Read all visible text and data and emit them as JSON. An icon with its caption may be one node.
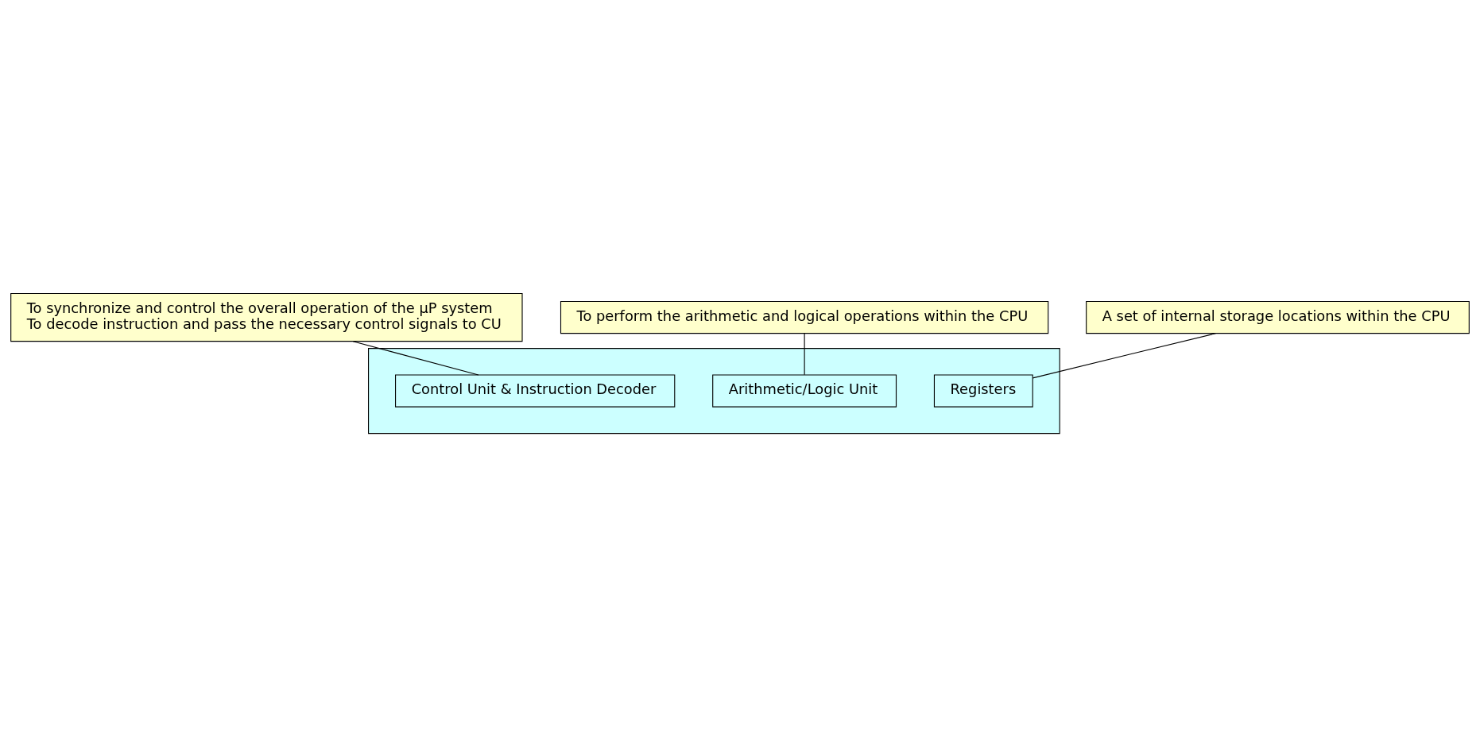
{
  "diagram": {
    "nodes": [
      {
        "text": [
          "To synchronize and control the overall operation of the μP system",
          "To decode instruction and pass the necessary control signals to CU"
        ]
      },
      {
        "text": [],
        "shape": "box"
      },
      {
        "text": [
          "Control Unit & Instruction Decoder"
        ],
        "in": 1
      },
      {
        "text": [
          "To perform the arithmetic and logical operations within the CPU"
        ]
      },
      {
        "text": [
          "Arithmetic/Logic Unit"
        ],
        "in": 1
      },
      {
        "text": [
          "A set of internal storage locations within the CPU"
        ]
      },
      {
        "text": [
          "Registers"
        ],
        "in": 1
      }
    ],
    "edges": [
      {
        "from": 0,
        "to": 2,
        "arrow": "none"
      },
      {
        "from": 3,
        "to": 4,
        "arrow": "none"
      },
      {
        "from": 5,
        "to": 6,
        "arrow": "none"
      }
    ]
  }
}
